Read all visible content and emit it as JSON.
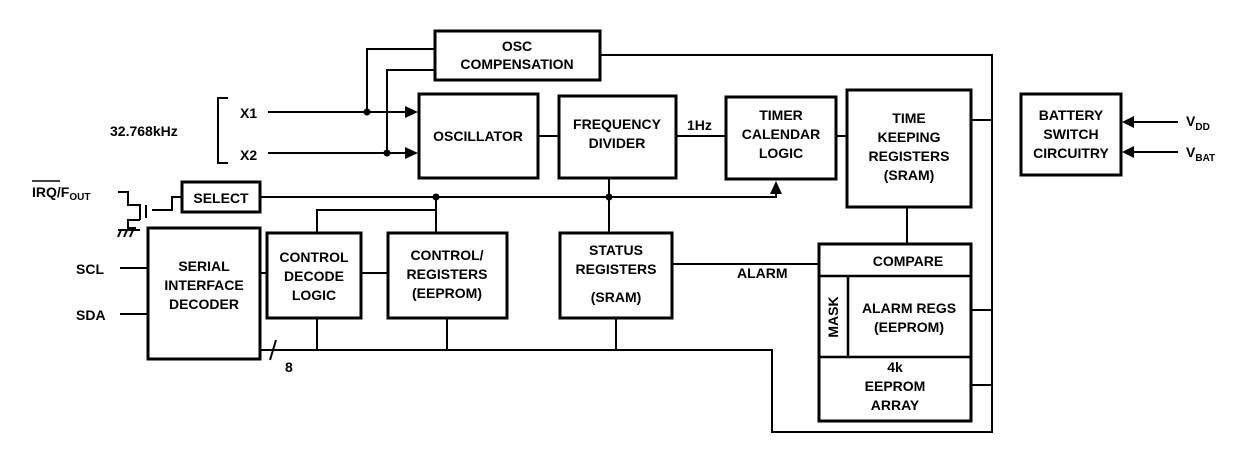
{
  "blocks": {
    "osc_comp": [
      "OSC",
      "COMPENSATION"
    ],
    "oscillator": [
      "OSCILLATOR"
    ],
    "freq_div": [
      "FREQUENCY",
      "DIVIDER"
    ],
    "timer": [
      "TIMER",
      "CALENDAR",
      "LOGIC"
    ],
    "timekeeping": [
      "TIME",
      "KEEPING",
      "REGISTERS",
      "(SRAM)"
    ],
    "battery": [
      "BATTERY",
      "SWITCH",
      "CIRCUITRY"
    ],
    "select": [
      "SELECT"
    ],
    "serial": [
      "SERIAL",
      "INTERFACE",
      "DECODER"
    ],
    "ctrl_decode": [
      "CONTROL",
      "DECODE",
      "LOGIC"
    ],
    "ctrl_regs": [
      "CONTROL/",
      "REGISTERS",
      "(EEPROM)"
    ],
    "status": [
      "STATUS",
      "REGISTERS",
      "(SRAM)"
    ],
    "compare": [
      "COMPARE"
    ],
    "mask": [
      "MASK"
    ],
    "alarm_regs": [
      "ALARM REGS",
      "(EEPROM)"
    ],
    "eeprom": [
      "4k",
      "EEPROM",
      "ARRAY"
    ]
  },
  "signals": {
    "crystal": "32.768kHz",
    "x1": "X1",
    "x2": "X2",
    "one_hz": "1Hz",
    "alarm": "ALARM",
    "bus_width": "8",
    "scl": "SCL",
    "sda": "SDA",
    "irq": "IRQ",
    "irq_sep": "/F",
    "irq_sub": "OUT",
    "vdd_main": "V",
    "vdd_sub": "DD",
    "vbat_main": "V",
    "vbat_sub": "BAT"
  }
}
